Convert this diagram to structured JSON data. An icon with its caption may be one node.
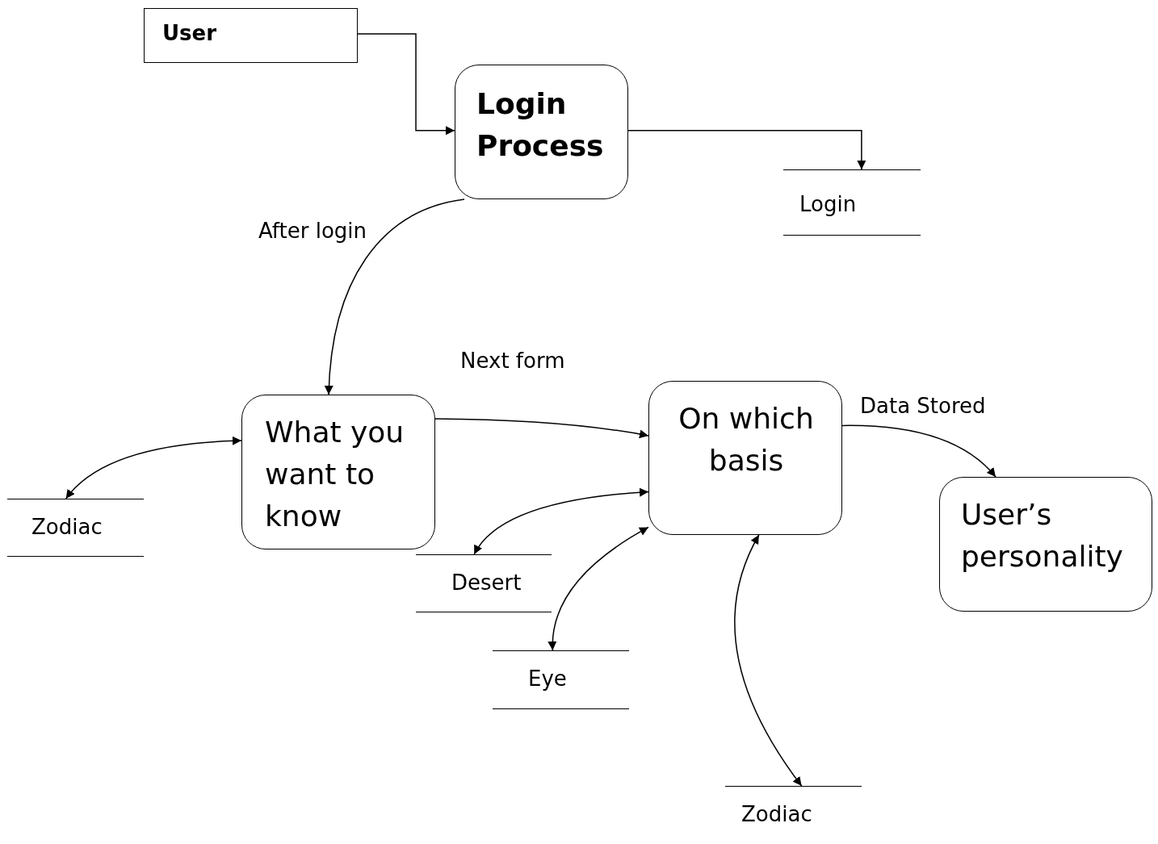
{
  "diagram": {
    "nodes": [
      {
        "text": [
          "User"
        ]
      },
      {
        "text": [
          "Login Process"
        ]
      },
      {
        "text": [
          "Login"
        ]
      },
      {
        "text": [
          "What you want to know"
        ]
      },
      {
        "text": [
          "On which basis"
        ]
      },
      {
        "text": [
          "User’s personality"
        ]
      },
      {
        "text": [
          "Zodiac"
        ]
      },
      {
        "text": [
          "Desert"
        ]
      },
      {
        "text": [
          "Eye"
        ]
      },
      {
        "text": [
          "Zodiac"
        ]
      }
    ],
    "edges": [
      {
        "from": 0,
        "to": 1,
        "arrow": "to"
      },
      {
        "from": 1,
        "to": 2,
        "arrow": "to"
      },
      {
        "from": 1,
        "to": 3,
        "arrow": "to",
        "label": "After login"
      },
      {
        "from": 3,
        "to": 4,
        "arrow": "to",
        "label": "Next form"
      },
      {
        "from": 3,
        "to": 6,
        "arrow": "both"
      },
      {
        "from": 4,
        "to": 7,
        "arrow": "both"
      },
      {
        "from": 4,
        "to": 8,
        "arrow": "both"
      },
      {
        "from": 4,
        "to": 9,
        "arrow": "both"
      },
      {
        "from": 4,
        "to": 5,
        "arrow": "to",
        "label": "Data Stored"
      }
    ]
  }
}
